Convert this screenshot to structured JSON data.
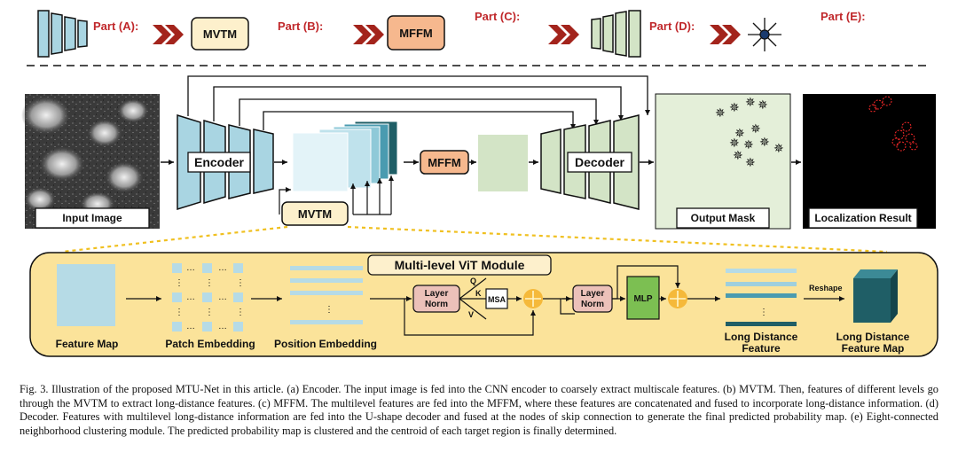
{
  "legend": {
    "part_a": "Part (A):",
    "part_b": "Part (B):",
    "part_c": "Part (C):",
    "part_d": "Part (D):",
    "part_e": "Part (E):",
    "mvtm": "MVTM",
    "mffm": "MFFM"
  },
  "pipeline": {
    "input_image": "Input Image",
    "encoder": "Encoder",
    "mffm": "MFFM",
    "decoder": "Decoder",
    "mvtm": "MVTM",
    "output_mask": "Output Mask",
    "localization_result": "Localization Result"
  },
  "vit": {
    "title": "Multi-level ViT Module",
    "feature_map": "Feature Map",
    "patch_embedding": "Patch Embedding",
    "position_embedding": "Position Embedding",
    "layer_norm_1": [
      "Layer",
      "Norm"
    ],
    "q": "Q",
    "k": "K",
    "v": "V",
    "msa": "MSA",
    "layer_norm_2": [
      "Layer",
      "Norm"
    ],
    "mlp": "MLP",
    "reshape": "Reshape",
    "long_distance_feature": [
      "Long Distance",
      "Feature"
    ],
    "long_distance_feature_map": [
      "Long Distance",
      "Feature Map"
    ]
  },
  "caption": "Fig. 3.   Illustration of the proposed MTU-Net in this article. (a) Encoder. The input image is fed into the CNN encoder to coarsely extract multiscale features. (b) MVTM. Then, features of different levels go through the MVTM to extract long-distance features. (c) MFFM. The multilevel features are fed into the MFFM, where these features are concatenated and fused to incorporate long-distance information. (d) Decoder. Features with multilevel long-distance information are fed into the U-shape decoder and fused at the nodes of skip connection to generate the final predicted probability map. (e) Eight-connected neighborhood clustering module. The predicted probability map is clustered and the centroid of each target region is finally determined.",
  "colors": {
    "encoder_blue": "#a9d5e2",
    "decoder_green": "#d3e4c6",
    "mvtm_fill": "#fdf0cc",
    "mffm_fill": "#f6b88e",
    "arrow_red": "#a3241c",
    "label_red": "#c0282b",
    "vit_panel": "#fbe39a",
    "layer_norm": "#ecc1b9",
    "mlp_green": "#7cbf52",
    "plus_orange": "#f5b93a",
    "dark_teal": "#1f5e66"
  },
  "icons": [
    "encoder-block-icon",
    "decoder-block-icon",
    "chevron-arrow-icon",
    "cluster-star-icon",
    "plus-circle-icon",
    "cube-icon"
  ]
}
